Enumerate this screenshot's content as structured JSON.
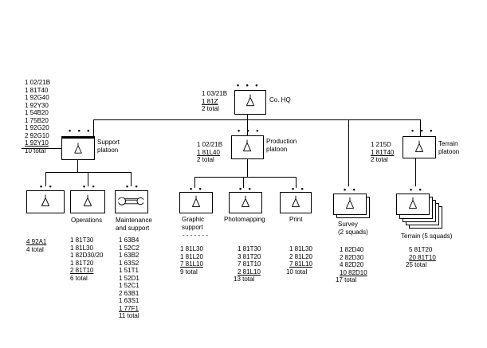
{
  "hq": {
    "label": "Co. HQ",
    "echelon": "• • •",
    "equipment": [
      "1 03/21B",
      "1 81Z",
      "2 total"
    ]
  },
  "support_platoon": {
    "label_line1": "Support",
    "label_line2": "platoon",
    "echelon": "• • •",
    "equipment": [
      "1 02/21B",
      "1 81T40",
      "1 92G40",
      "1 92Y30",
      "1 54B20",
      "1 75B20",
      "1 92G20",
      "2 92G10",
      "1 92Y10",
      "10 total"
    ]
  },
  "production_platoon": {
    "label_line1": "Production",
    "label_line2": "platoon",
    "echelon": "• • •",
    "equipment": [
      "1 02/21B",
      "1 81L40",
      "2 total"
    ]
  },
  "terrain_platoon": {
    "label_line1": "Terrain",
    "label_line2": "platoon",
    "echelon": "• • •",
    "equipment": [
      "1 215D",
      "1 81T40",
      "2 total"
    ]
  },
  "sections": {
    "unnamed": {
      "echelon": "• •",
      "equipment": [
        "4 92A1",
        "4 total"
      ]
    },
    "operations": {
      "label": "Operations",
      "echelon": "• •",
      "equipment": [
        "1 81T30",
        "1 81L30",
        "1 82D30/20",
        "1 81T20",
        "2 81T10",
        "6 total"
      ]
    },
    "maintenance": {
      "label_line1": "Maintenance",
      "label_line2": "and support",
      "echelon": "• •",
      "equipment": [
        "1 63B4",
        "1 52C2",
        "1 63B2",
        "1 63S2",
        "1 51T1",
        "1 52D1",
        "1 52C1",
        "2 63B1",
        "1 63S1",
        "1 77F1",
        "11 total"
      ]
    },
    "graphic": {
      "label_line1": "Graphic",
      "label_line2": "support",
      "echelon": "• •",
      "dashes": "- - - - - - -",
      "equipment": [
        "1 81L30",
        "1 81L20",
        "7 81L10",
        "9 total"
      ]
    },
    "photomapping": {
      "label": "Photomapping",
      "echelon": "• •",
      "equipment": [
        "1 81T30",
        "3 81T20",
        "7 81T10",
        "2 81L10",
        "13 total"
      ]
    },
    "print": {
      "label": "Print",
      "echelon": "• •",
      "equipment": [
        "1 81L30",
        "2 81L20",
        "7 81L10",
        "10 total"
      ]
    },
    "survey": {
      "label_line1": "Survey",
      "label_line2": "(2 squads)",
      "echelon": "• •",
      "equipment": [
        "1 82D40",
        "2 82D30",
        "4 82D20",
        "10 82D10",
        "17 total"
      ]
    },
    "terrain_squads": {
      "label": "Terrain (5 squads)",
      "echelon": "• •",
      "equipment": [
        "5 81T20",
        "20 81T10",
        "25 total"
      ]
    }
  }
}
